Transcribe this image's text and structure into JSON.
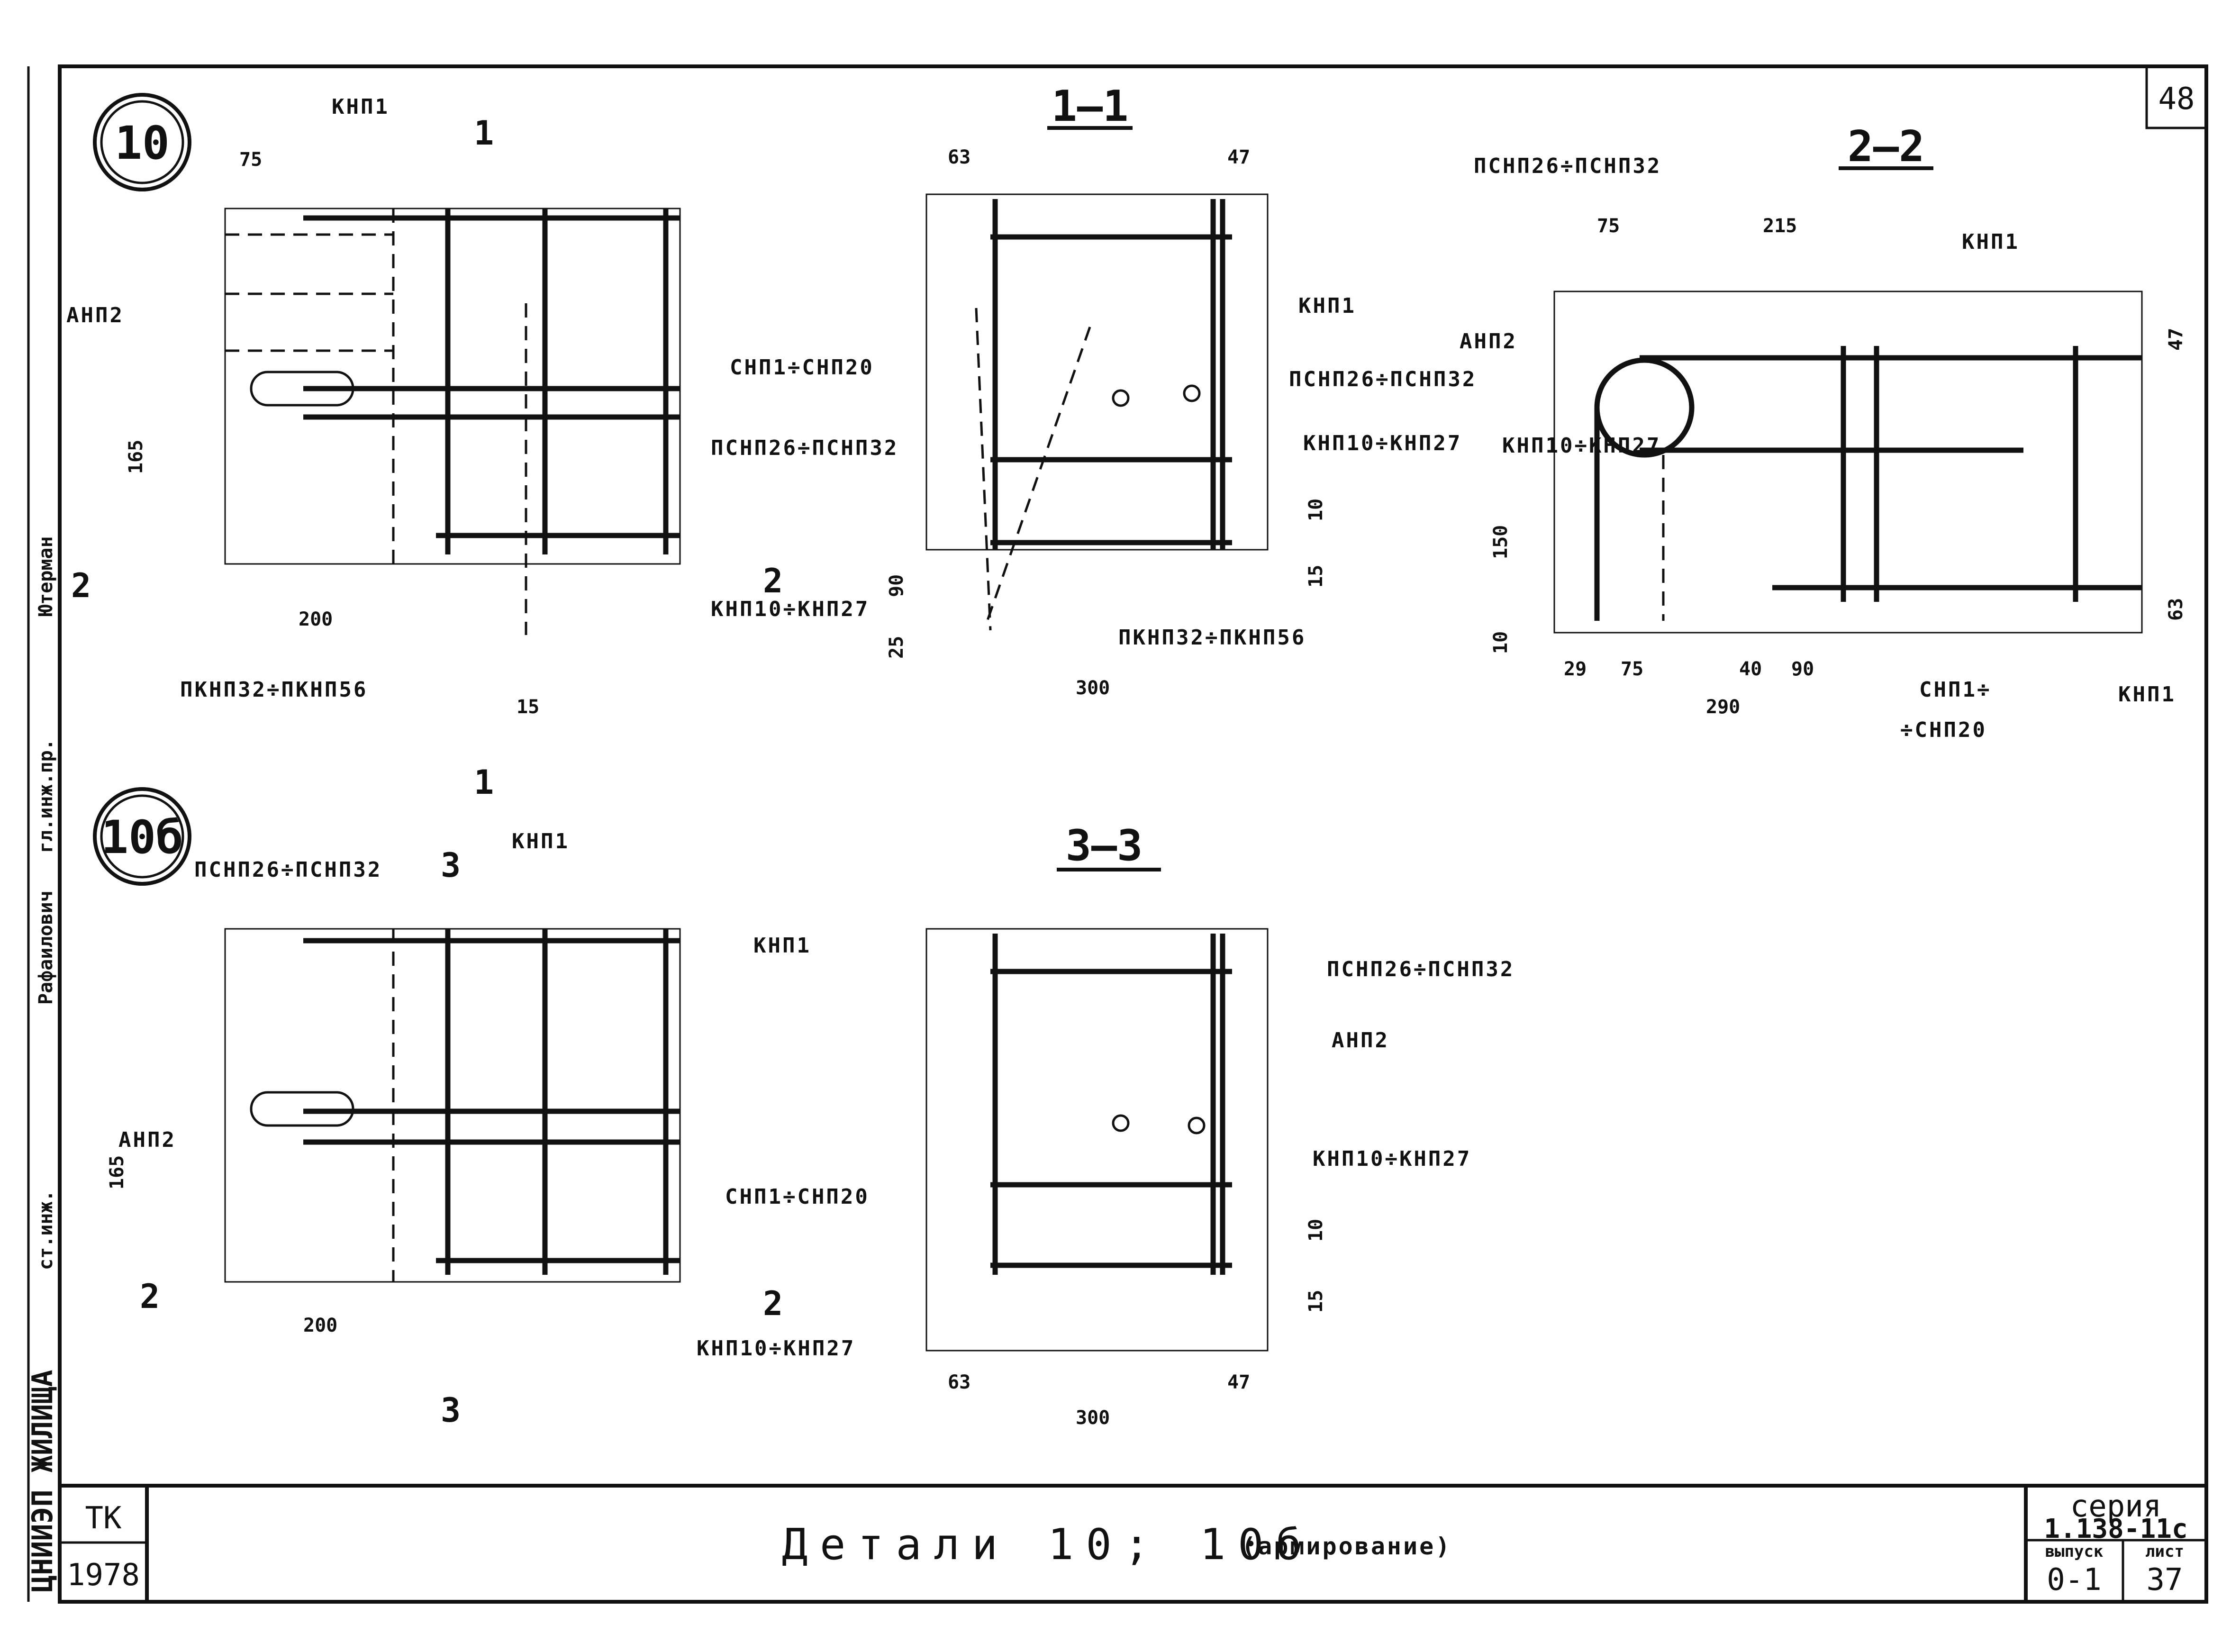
{
  "sheet": {
    "page_number": "48",
    "series_label": "серия",
    "series_value": "1.138-11с",
    "issue_label": "выпуск",
    "issue_value": "0-1",
    "sheet_label": "лист",
    "sheet_value": "37",
    "code": "ТК",
    "year": "1978",
    "title": "Детали 10; 10б",
    "subtitle": "(армирование)",
    "side_org": "ЦНИИЭП ЖИЛИЩА",
    "side_roles": [
      "ст.инж.",
      "гл.инж.пр.",
      "Рафаилович",
      "Ютерман"
    ]
  },
  "details": {
    "d10": "10",
    "d10b": "10б"
  },
  "sections": {
    "s11": "1—1",
    "s22": "2—2",
    "s33": "3—3",
    "cut1": "1",
    "cut2": "2",
    "cut3": "3"
  },
  "labels": {
    "knp1": "КНП1",
    "anp2": "АНП2",
    "pskp": "ПСНП26÷ПСНП32",
    "snp": "СНП1÷СНП20",
    "knp10": "КНП10÷КНП27",
    "pknp": "ПКНП32÷ПКНП56",
    "snp_a": "СНП1÷",
    "snp_b": "÷СНП20"
  },
  "dims": {
    "d75": "75",
    "d165": "165",
    "d200": "200",
    "d15": "15",
    "d63": "63",
    "d47": "47",
    "d10": "10",
    "d90": "90",
    "d25": "25",
    "d300": "300",
    "d215": "215",
    "d150": "150",
    "d40": "40",
    "d29": "29",
    "d290": "290"
  }
}
